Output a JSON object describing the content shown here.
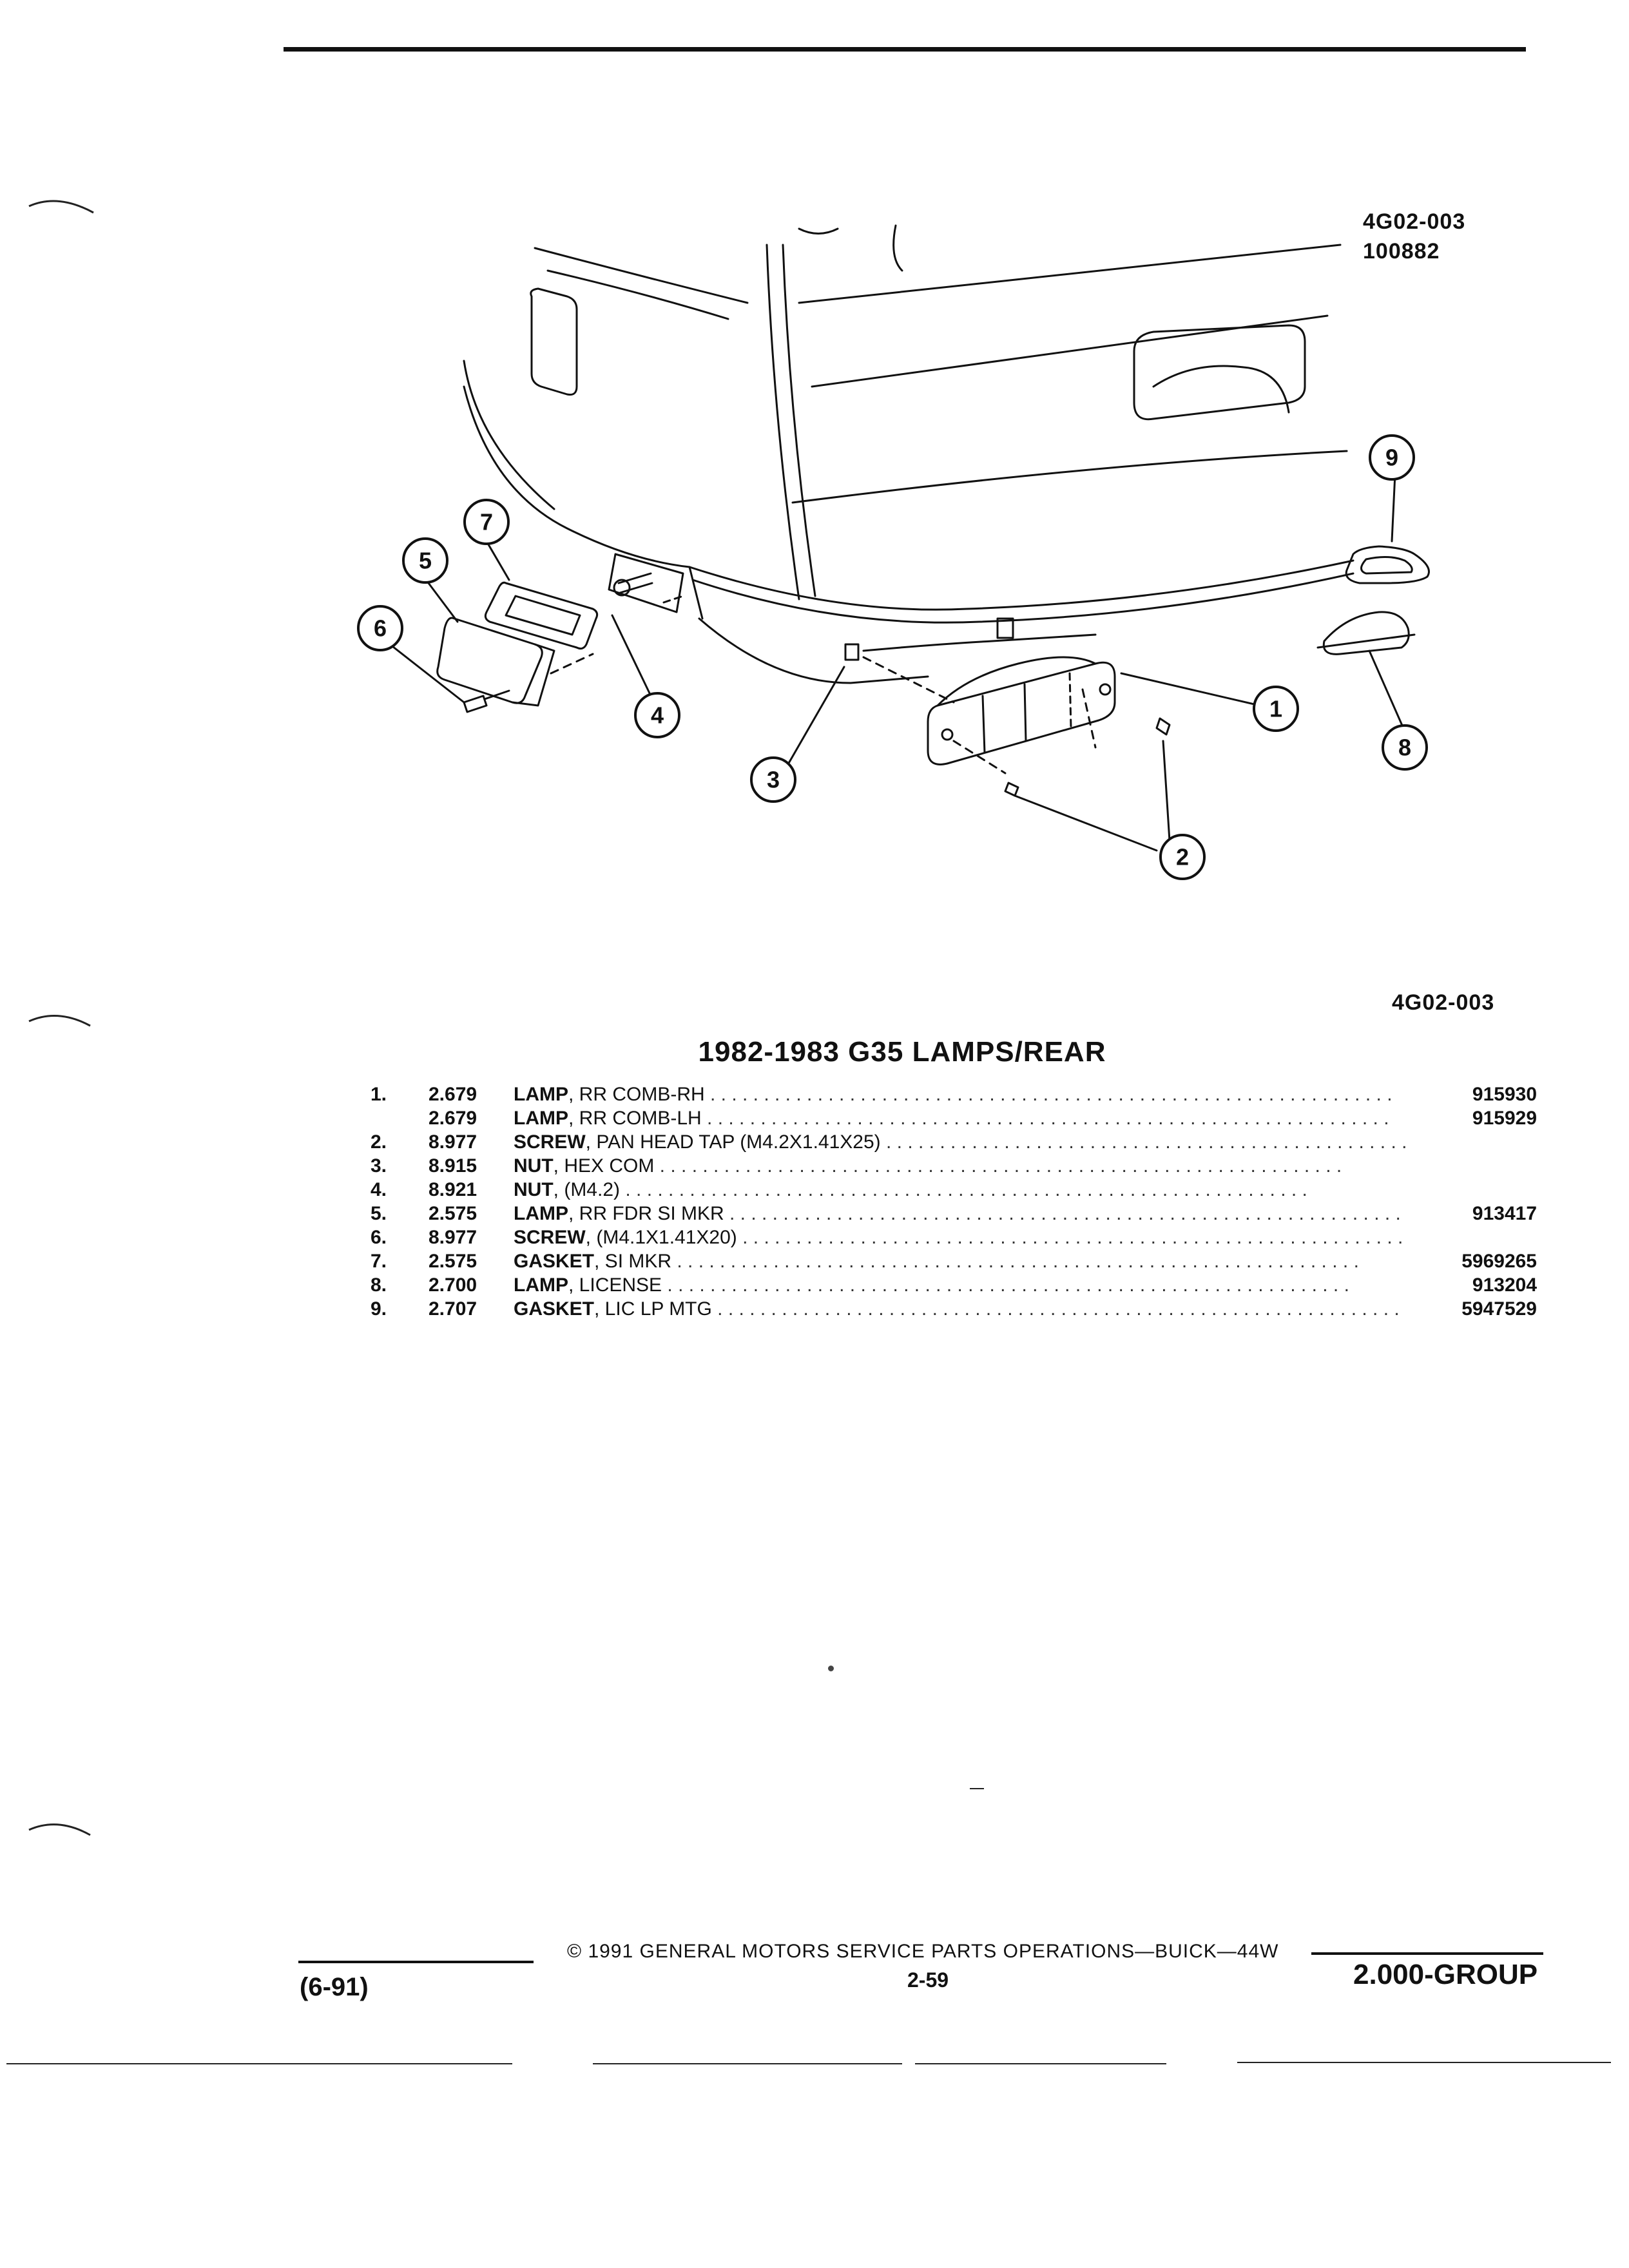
{
  "figure_code_top": "4G02-003",
  "figure_date": "100882",
  "figure_code_bottom": "4G02-003",
  "callouts": [
    "1",
    "2",
    "3",
    "4",
    "5",
    "6",
    "7",
    "8",
    "9"
  ],
  "section_title": "1982-1983 G35 LAMPS/REAR",
  "parts": [
    {
      "num": "1.",
      "code": "2.679",
      "name": "LAMP",
      "desc": ", RR COMB-RH",
      "part_no": "915930"
    },
    {
      "num": "",
      "code": "2.679",
      "name": "LAMP",
      "desc": ", RR COMB-LH",
      "part_no": "915929"
    },
    {
      "num": "2.",
      "code": "8.977",
      "name": "SCREW",
      "desc": ", PAN HEAD TAP (M4.2X1.41X25)",
      "part_no": ""
    },
    {
      "num": "3.",
      "code": "8.915",
      "name": "NUT",
      "desc": ", HEX COM",
      "part_no": ""
    },
    {
      "num": "4.",
      "code": "8.921",
      "name": "NUT",
      "desc": ", (M4.2)",
      "part_no": ""
    },
    {
      "num": "5.",
      "code": "2.575",
      "name": "LAMP",
      "desc": ", RR FDR SI MKR",
      "part_no": "913417"
    },
    {
      "num": "6.",
      "code": "8.977",
      "name": "SCREW",
      "desc": ", (M4.1X1.41X20)",
      "part_no": ""
    },
    {
      "num": "7.",
      "code": "2.575",
      "name": "GASKET",
      "desc": ", SI MKR",
      "part_no": "5969265"
    },
    {
      "num": "8.",
      "code": "2.700",
      "name": "LAMP",
      "desc": ", LICENSE",
      "part_no": "913204"
    },
    {
      "num": "9.",
      "code": "2.707",
      "name": "GASKET",
      "desc": ", LIC LP MTG",
      "part_no": "5947529"
    }
  ],
  "footer": {
    "copyright": "© 1991 GENERAL MOTORS SERVICE PARTS OPERATIONS—BUICK—44W",
    "page": "2-59",
    "date": "(6-91)",
    "group": "2.000-GROUP"
  }
}
